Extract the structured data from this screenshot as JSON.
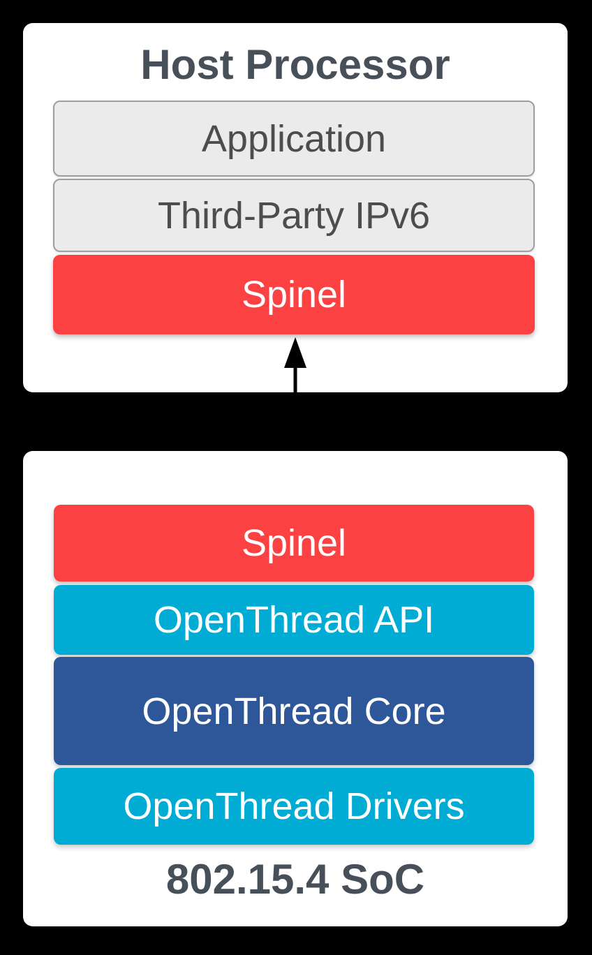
{
  "host": {
    "title": "Host Processor",
    "layers": [
      {
        "label": "Application"
      },
      {
        "label": "Third-Party IPv6"
      },
      {
        "label": "Spinel"
      }
    ]
  },
  "soc": {
    "title": "802.15.4 SoC",
    "layers": [
      {
        "label": "Spinel"
      },
      {
        "label": "OpenThread API"
      },
      {
        "label": "OpenThread Core"
      },
      {
        "label": "OpenThread Drivers"
      }
    ]
  },
  "connector": {
    "icon": "bidirectional-arrow-icon"
  },
  "colors": {
    "background": "#000000",
    "card": "#FFFFFF",
    "layer_gray_fill": "#EBEBEB",
    "layer_gray_border": "#9E9E9E",
    "spinel_red": "#FC4143",
    "openthread_cyan": "#00ACD4",
    "openthread_blue": "#2D5799",
    "heading_text": "#474F59",
    "gray_layer_text": "#4D4D4D",
    "colored_layer_text": "#FFFFFF",
    "arrow": "#000000"
  }
}
